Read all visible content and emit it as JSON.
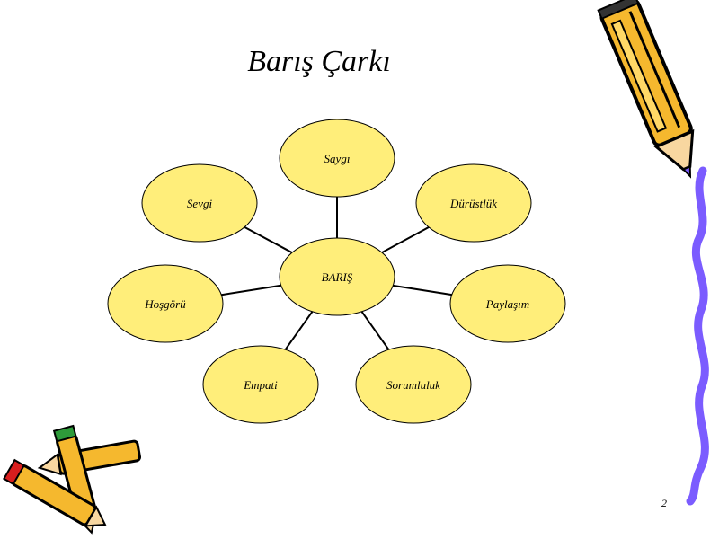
{
  "slide": {
    "title": "Barış Çarkı",
    "page_number": "2"
  },
  "diagram": {
    "center": "BARIŞ",
    "spokes": [
      "Saygı",
      "Dürüstlük",
      "Paylaşım",
      "Sorumluluk",
      "Empati",
      "Hoşgörü",
      "Sevgi"
    ]
  },
  "colors": {
    "node_fill": "#FFEE7A",
    "node_stroke": "#000000",
    "connector": "#000000",
    "pencil_body": "#F5B82E",
    "pencil_outline": "#000000",
    "ribbon": "#7B5CFF",
    "eraser_red": "#D81E1E",
    "cap_green": "#2E9B3A"
  }
}
